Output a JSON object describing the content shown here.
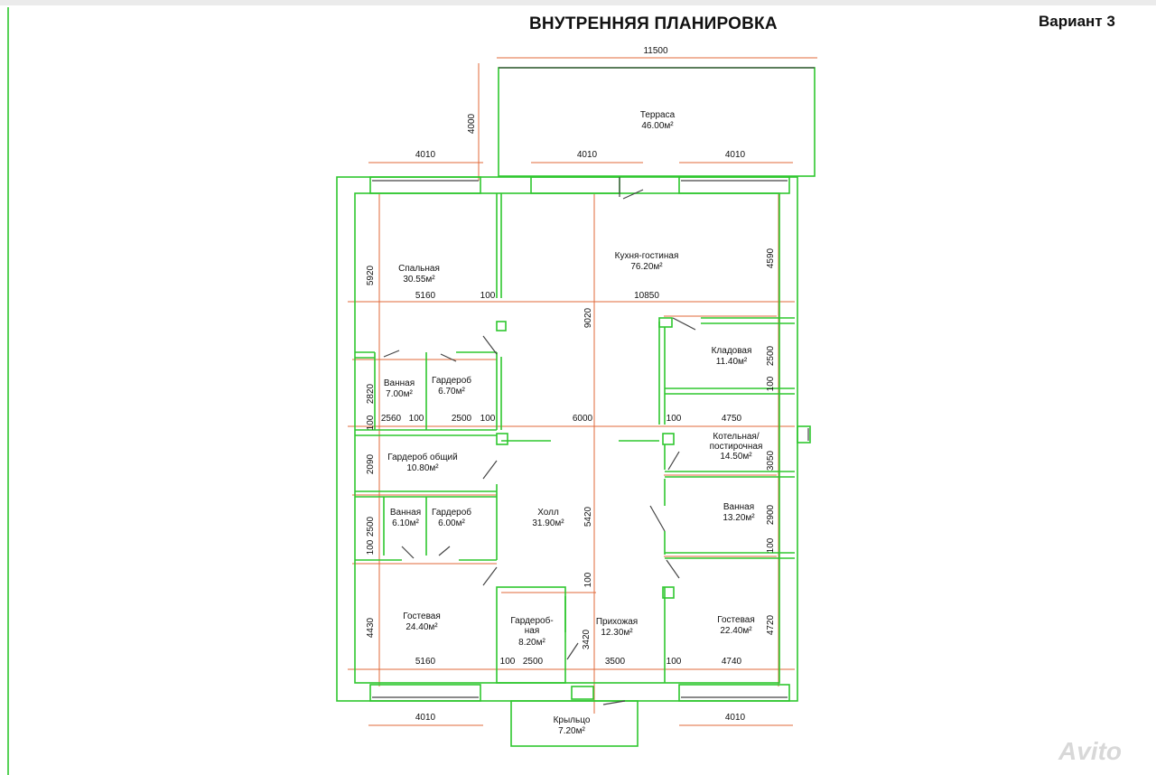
{
  "header": {
    "title": "ВНУТРЕННЯЯ ПЛАНИРОВКА",
    "variant": "Вариант 3"
  },
  "rooms": {
    "terrace": {
      "name": "Терраса",
      "area": "46.00м²"
    },
    "bedroom": {
      "name": "Спальная",
      "area": "30.55м²"
    },
    "kitchen": {
      "name": "Кухня-гостиная",
      "area": "76.20м²"
    },
    "pantry": {
      "name": "Кладовая",
      "area": "11.40м²"
    },
    "bath1": {
      "name": "Ванная",
      "area": "7.00м²"
    },
    "wardrobe1": {
      "name": "Гардероб",
      "area": "6.70м²"
    },
    "boiler1": {
      "name": "Котельная/",
      "name2": "постирочная",
      "area": "14.50м²"
    },
    "wardrobe_common": {
      "name": "Гардероб общий",
      "area": "10.80м²"
    },
    "bath2": {
      "name": "Ванная",
      "area": "6.10м²"
    },
    "wardrobe2": {
      "name": "Гардероб",
      "area": "6.00м²"
    },
    "hall": {
      "name": "Холл",
      "area": "31.90м²"
    },
    "bath3": {
      "name": "Ванная",
      "area": "13.20м²"
    },
    "guest1": {
      "name": "Гостевая",
      "area": "24.40м²"
    },
    "wardrobe3": {
      "name": "Гардероб-",
      "name2": "ная",
      "area": "8.20м²"
    },
    "entry": {
      "name": "Прихожая",
      "area": "12.30м²"
    },
    "guest2": {
      "name": "Гостевая",
      "area": "22.40м²"
    },
    "porch": {
      "name": "Крыльцо",
      "area": "7.20м²"
    }
  },
  "dims": {
    "d11500": "11500",
    "d4000": "4000",
    "d4010a": "4010",
    "d4010b": "4010",
    "d4010c": "4010",
    "d4010d": "4010",
    "d4010e": "4010",
    "d5920": "5920",
    "d4590": "4590",
    "d5160a": "5160",
    "d100a": "100",
    "d10850": "10850",
    "d9020": "9020",
    "d2500a": "2500",
    "d100b": "100",
    "d2820": "2820",
    "d100c": "100",
    "d2560": "2560",
    "d100d": "100",
    "d2500b": "2500",
    "d100e": "100",
    "d6000": "6000",
    "d100f": "100",
    "d4750": "4750",
    "d2090": "2090",
    "d3050": "3050",
    "d2500c": "2500",
    "d100g": "100",
    "d5420": "5420",
    "d2900": "2900",
    "d100h": "100",
    "d100i": "100",
    "d4430": "4430",
    "d4720": "4720",
    "d3420": "3420",
    "d5160b": "5160",
    "d100j": "100",
    "d2500d": "2500",
    "d3500": "3500",
    "d100k": "100",
    "d4740": "4740"
  },
  "watermark": "Avito",
  "colors": {
    "walls": "#2ec72e",
    "dimensions": "#e06a3a"
  }
}
